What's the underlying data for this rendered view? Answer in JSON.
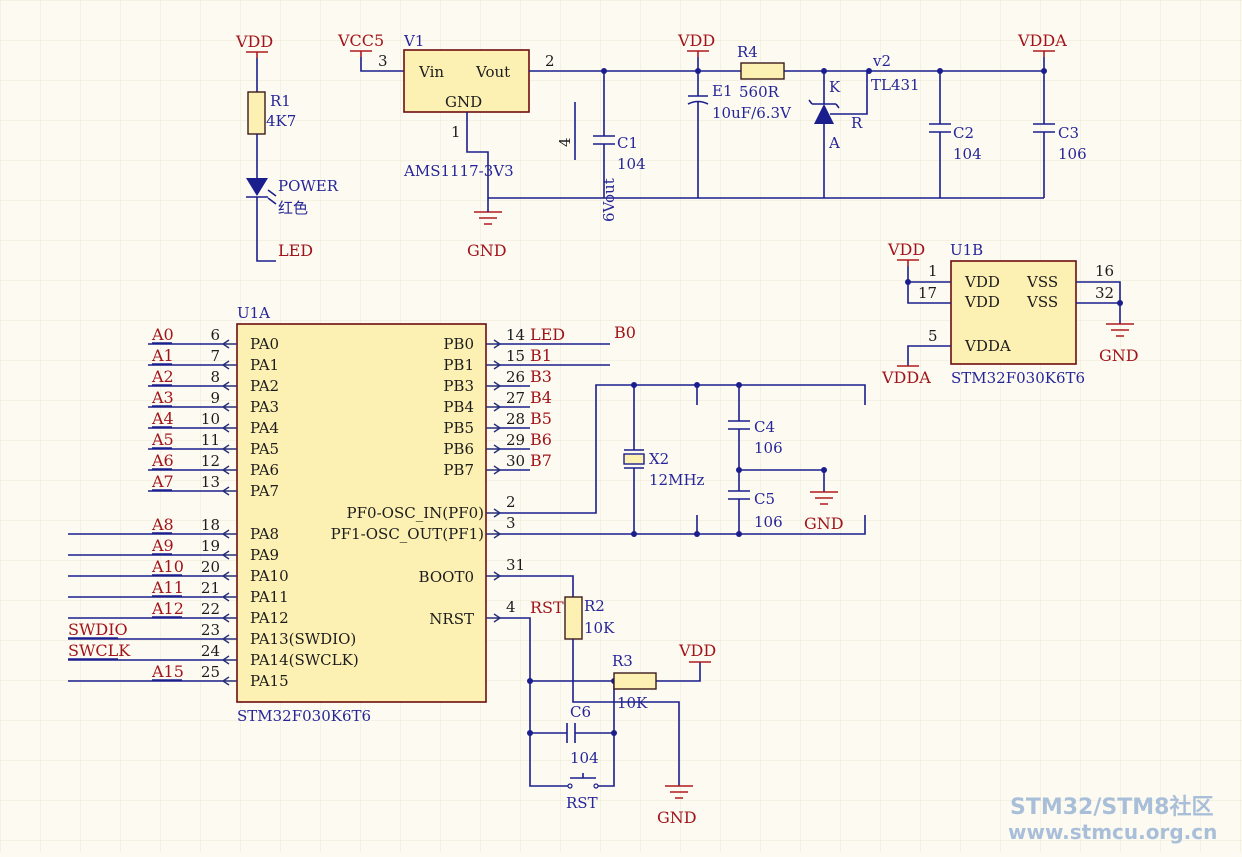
{
  "colors": {
    "wire": "#1b1f8e",
    "net_label": "#a2141b",
    "part_fill": "#fcf0b3",
    "part_border": "#6e0e10",
    "background": "#fdfbf1",
    "watermark": "#a9bfd9"
  },
  "power": {
    "vdd": "VDD",
    "vcc5": "VCC5",
    "vdda": "VDDA",
    "gnd": "GND"
  },
  "regulator": {
    "ref": "V1",
    "part": "AMS1117-3V3",
    "vin": "Vin",
    "vout": "Vout",
    "gnd": "GND",
    "pin_in": "3",
    "pin_out": "2",
    "pin_gnd": "1",
    "pin_tab": "4",
    "tab_label": "6Vout"
  },
  "r1": {
    "ref": "R1",
    "value": "4K7"
  },
  "led": {
    "label": "POWER",
    "color": "红色",
    "net": "LED"
  },
  "c1": {
    "ref": "C1",
    "value": "104"
  },
  "e1": {
    "ref": "E1",
    "value": "10uF/6.3V"
  },
  "r4": {
    "ref": "R4",
    "value": "560R"
  },
  "tl431": {
    "ref": "v2",
    "part": "TL431",
    "k": "K",
    "r": "R",
    "a": "A"
  },
  "c2": {
    "ref": "C2",
    "value": "104"
  },
  "c3": {
    "ref": "C3",
    "value": "106"
  },
  "u1b": {
    "ref": "U1B",
    "part": "STM32F030K6T6",
    "vdd1": "VDD",
    "vdd2": "VDD",
    "vss1": "VSS",
    "vss2": "VSS",
    "vdda": "VDDA",
    "pin1": "1",
    "pin17": "17",
    "pin16": "16",
    "pin32": "32",
    "pin5": "5"
  },
  "u1a": {
    "ref": "U1A",
    "part": "STM32F030K6T6",
    "left_pins": [
      {
        "name": "PA0",
        "num": "6",
        "net": "A0"
      },
      {
        "name": "PA1",
        "num": "7",
        "net": "A1"
      },
      {
        "name": "PA2",
        "num": "8",
        "net": "A2"
      },
      {
        "name": "PA3",
        "num": "9",
        "net": "A3"
      },
      {
        "name": "PA4",
        "num": "10",
        "net": "A4"
      },
      {
        "name": "PA5",
        "num": "11",
        "net": "A5"
      },
      {
        "name": "PA6",
        "num": "12",
        "net": "A6"
      },
      {
        "name": "PA7",
        "num": "13",
        "net": "A7"
      },
      {
        "name": "PA8",
        "num": "18",
        "net": "A8"
      },
      {
        "name": "PA9",
        "num": "19",
        "net": "A9"
      },
      {
        "name": "PA10",
        "num": "20",
        "net": "A10"
      },
      {
        "name": "PA11",
        "num": "21",
        "net": "A11"
      },
      {
        "name": "PA12",
        "num": "22",
        "net": "A12"
      },
      {
        "name": "PA13(SWDIO)",
        "num": "23",
        "net": "SWDIO"
      },
      {
        "name": "PA14(SWCLK)",
        "num": "24",
        "net": "SWCLK"
      },
      {
        "name": "PA15",
        "num": "25",
        "net": "A15"
      }
    ],
    "right_pins": [
      {
        "name": "PB0",
        "num": "14",
        "net": "LED"
      },
      {
        "name": "PB1",
        "num": "15",
        "net": "B1"
      },
      {
        "name": "PB3",
        "num": "26",
        "net": "B3"
      },
      {
        "name": "PB4",
        "num": "27",
        "net": "B4"
      },
      {
        "name": "PB5",
        "num": "28",
        "net": "B5"
      },
      {
        "name": "PB6",
        "num": "29",
        "net": "B6"
      },
      {
        "name": "PB7",
        "num": "30",
        "net": "B7"
      }
    ],
    "osc_in": {
      "name": "PF0-OSC_IN(PF0)",
      "num": "2"
    },
    "osc_out": {
      "name": "PF1-OSC_OUT(PF1)",
      "num": "3"
    },
    "boot0": {
      "name": "BOOT0",
      "num": "31"
    },
    "nrst": {
      "name": "NRST",
      "num": "4",
      "net": "RST"
    },
    "b0_label": "B0"
  },
  "x2": {
    "ref": "X2",
    "value": "12MHz"
  },
  "c4": {
    "ref": "C4",
    "value": "106"
  },
  "c5": {
    "ref": "C5",
    "value": "106"
  },
  "r2": {
    "ref": "R2",
    "value": "10K"
  },
  "r3": {
    "ref": "R3",
    "value": "10K"
  },
  "c6": {
    "ref": "C6",
    "value": "104"
  },
  "sw": {
    "ref": "RST"
  },
  "watermark": {
    "line1": "STM32/STM8社区",
    "line2": "www.stmcu.org.cn"
  }
}
